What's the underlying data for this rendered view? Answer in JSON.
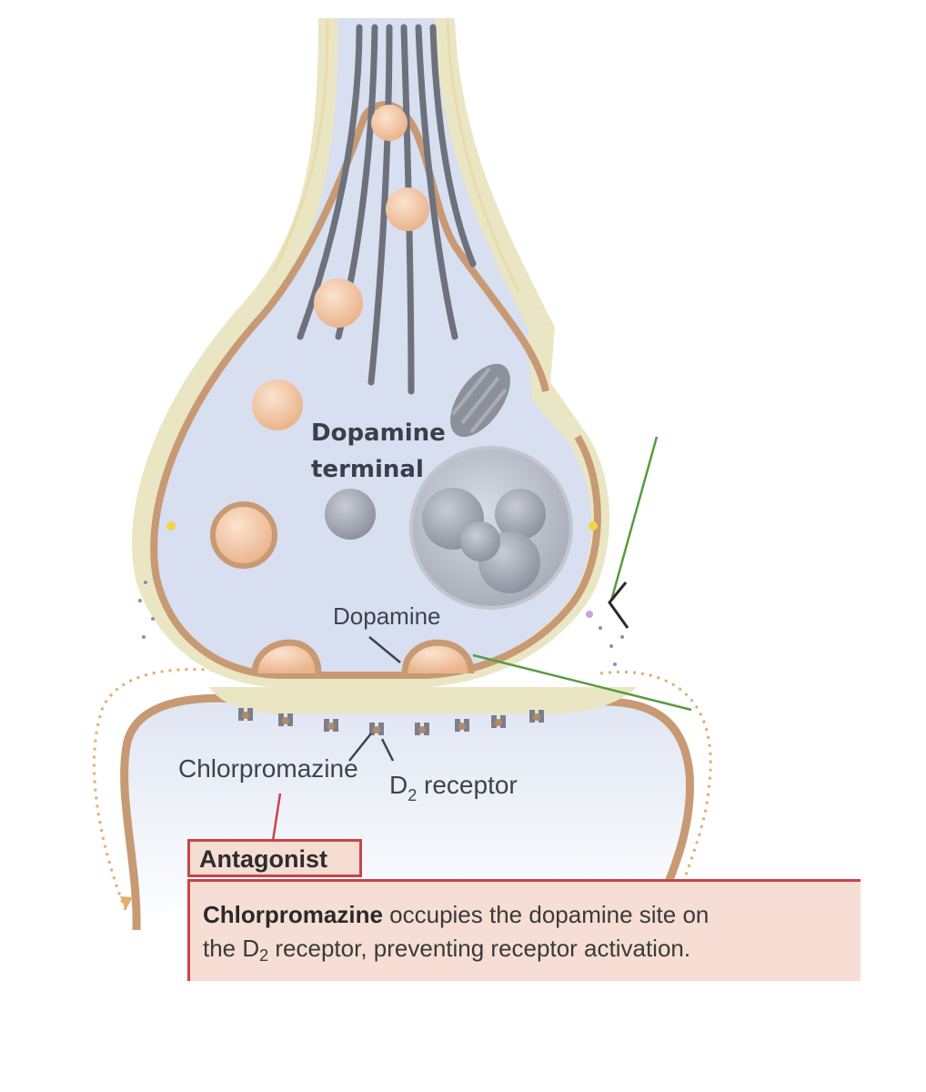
{
  "labels": {
    "terminal_line1": "Dopamine",
    "terminal_line2": "terminal",
    "dopamine": "Dopamine",
    "chlorpromazine": "Chlorpromazine",
    "d2_prefix": "D",
    "d2_sub": "2",
    "d2_suffix": " receptor"
  },
  "callout": {
    "title": "Antagonist",
    "bold_term": "Chlorpromazine",
    "text_part1": " occupies the dopamine site on",
    "text_part2": "the D",
    "text_sub": "2",
    "text_part3": " receptor, preventing receptor activation."
  },
  "colors": {
    "terminal_fill": "#d8dff0",
    "membrane": "#c79a74",
    "sheath": "#eae6c4",
    "vesicle": "#f2c9a8",
    "callout_border": "#c9444a",
    "callout_fill": "#f7ded4",
    "green_line": "#5a9a40"
  }
}
